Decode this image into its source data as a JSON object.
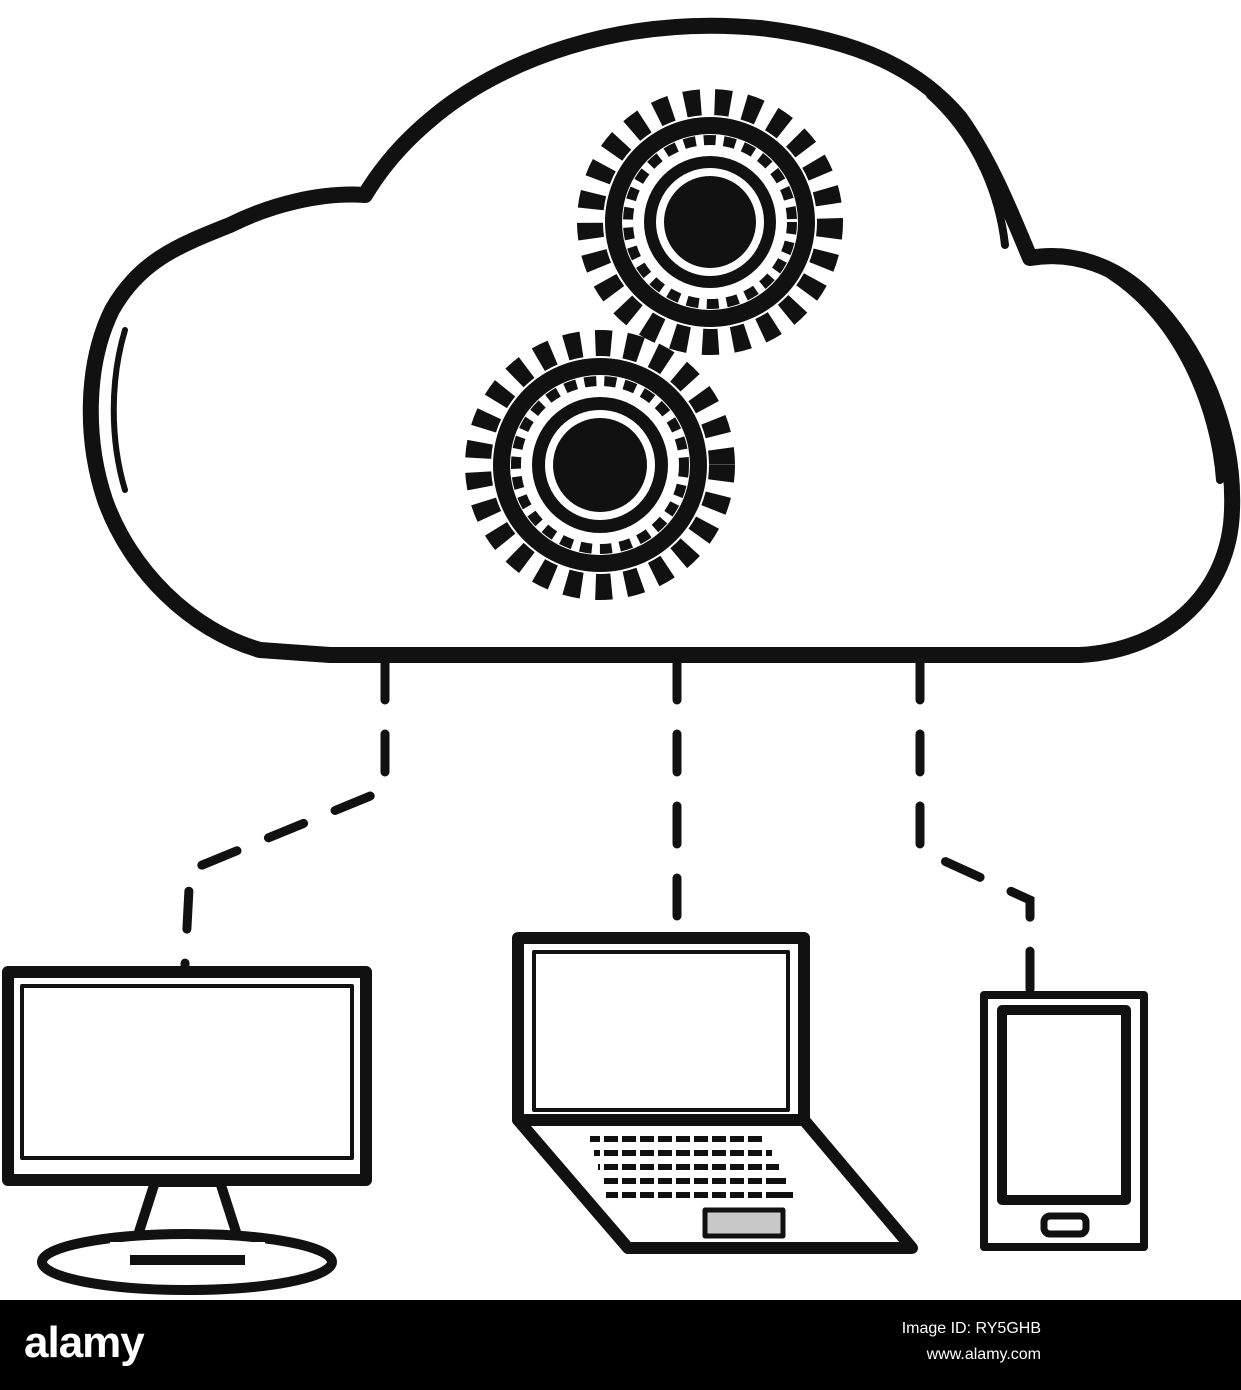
{
  "illustration": {
    "subject": "cloud-computing-network",
    "icons": [
      "cloud-icon",
      "gears-icon",
      "desktop-monitor-icon",
      "laptop-icon",
      "smartphone-icon"
    ],
    "colors": {
      "ink": "#111111",
      "background": "#ffffff",
      "touchpad": "#c8c8c8",
      "footer": "#000000",
      "footer_text": "#ffffff"
    }
  },
  "footer": {
    "brand": "alamy",
    "image_id": "Image ID: RY5GHB",
    "site": "www.alamy.com"
  }
}
